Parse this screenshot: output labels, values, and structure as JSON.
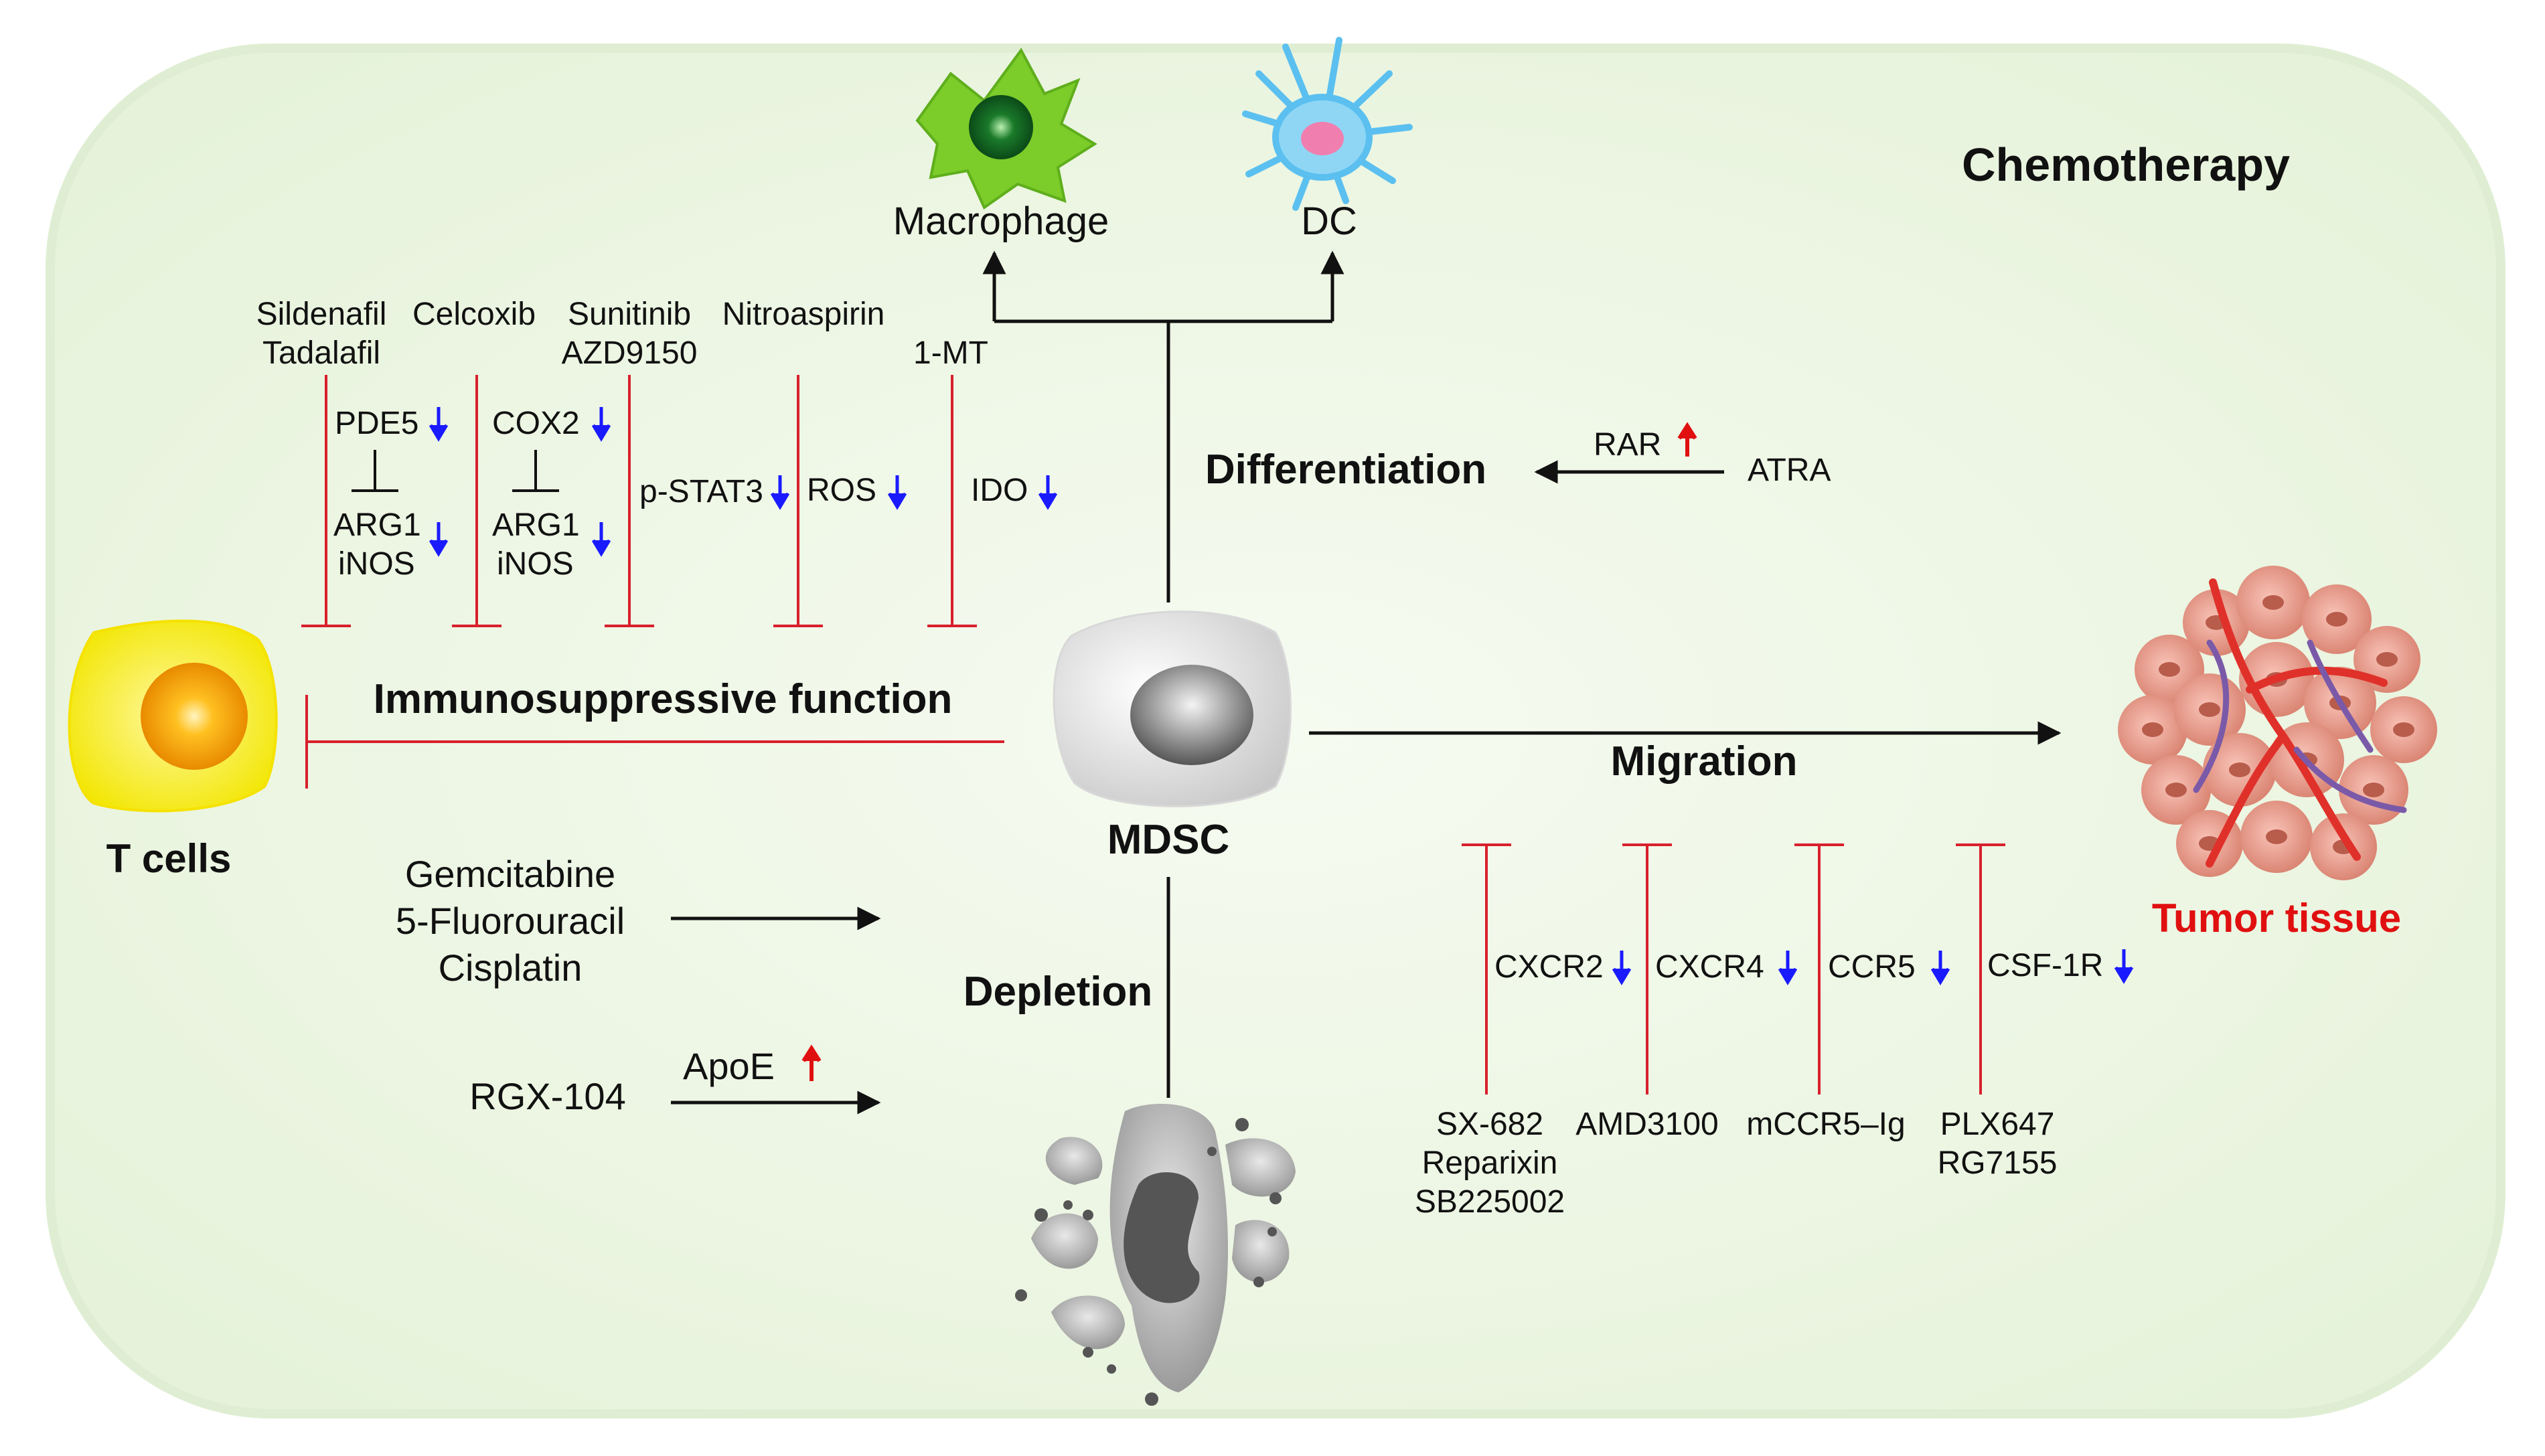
{
  "colors": {
    "panel_fill": "#eef6e6",
    "panel_edge": "#d6e8c8",
    "title_green": "#2e8b2e",
    "inhibit_red": "#d8202c",
    "arrow_black": "#111111",
    "down_blue": "#1a1aff",
    "up_red": "#e01010",
    "tumor_label": "#e01010"
  },
  "title": "Chemotherapy",
  "cells": {
    "macrophage": "Macrophage",
    "dc": "DC",
    "mdsc": "MDSC",
    "t_cells": "T cells",
    "tumor": "Tumor tissue"
  },
  "processes": {
    "differentiation": "Differentiation",
    "immunosuppressive": "Immunosuppressive function",
    "migration": "Migration",
    "depletion": "Depletion"
  },
  "differentiation": {
    "target": "RAR",
    "target_change": "up-arrow-icon",
    "drug": "ATRA"
  },
  "immuno_drugs": [
    {
      "line1": "Sildenafil",
      "line2": "Tadalafil",
      "target1": "PDE5",
      "target2a": "ARG1",
      "target2b": "iNOS"
    },
    {
      "line1": "Celcoxib",
      "line2": "",
      "target1": "COX2",
      "target2a": "ARG1",
      "target2b": "iNOS"
    },
    {
      "line1": "Sunitinib",
      "line2": "AZD9150",
      "target1": "p-STAT3"
    },
    {
      "line1": "Nitroaspirin",
      "line2": "",
      "target1": "ROS"
    },
    {
      "line1": "1-MT",
      "line2": "",
      "target1": "IDO"
    }
  ],
  "depletion": {
    "chemo_drugs": [
      "Gemcitabine",
      "5-Fluorouracil",
      "Cisplatin"
    ],
    "rgx": "RGX-104",
    "apoe": "ApoE"
  },
  "migration_targets": [
    {
      "receptor": "CXCR2",
      "drugs": [
        "SX-682",
        "Reparixin",
        "SB225002"
      ]
    },
    {
      "receptor": "CXCR4",
      "drugs": [
        "AMD3100"
      ]
    },
    {
      "receptor": "CCR5",
      "drugs": [
        "mCCR5–Ig"
      ]
    },
    {
      "receptor": "CSF-1R",
      "drugs": [
        "PLX647",
        "RG7155"
      ]
    }
  ]
}
